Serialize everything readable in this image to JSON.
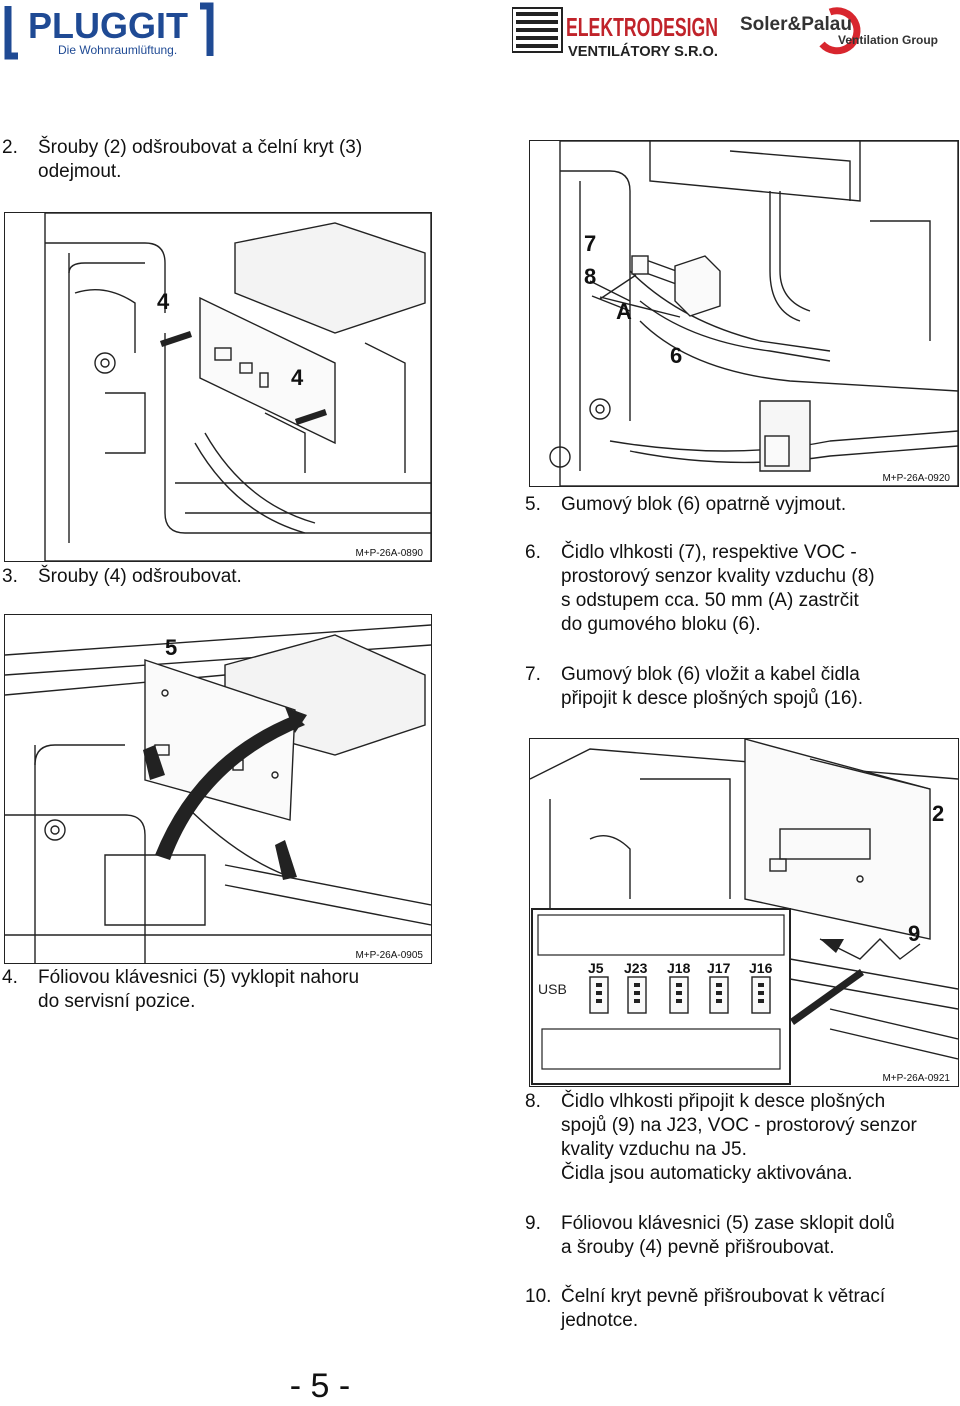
{
  "header": {
    "pluggit_logo": {
      "name": "PLUGGIT",
      "tagline": "Die Wohnraumlüftung."
    },
    "elektrodesign_logo": {
      "line1": "ELEKTRODESIGN",
      "line2": "VENTILÁTORY S.R.O."
    },
    "solerpalau_logo": {
      "line1": "Soler&Palau",
      "line2": "Ventilation Group"
    }
  },
  "steps": [
    {
      "num": "2.",
      "text": "Šrouby (2) odšroubovat a čelní kryt (3)\nodejmout."
    },
    {
      "num": "3.",
      "text": "Šrouby (4) odšroubovat."
    },
    {
      "num": "4.",
      "text": "Fóliovou klávesnici (5) vyklopit  nahoru\ndo servisní pozice."
    },
    {
      "num": "5.",
      "text": "Gumový blok (6) opatrně vyjmout."
    },
    {
      "num": "6.",
      "text": "Čidlo vlhkosti (7), respektive VOC -\nprostorový senzor kvality vzduchu (8)\ns odstupem cca. 50 mm (A) zastrčit\ndo gumového bloku (6)."
    },
    {
      "num": "7.",
      "text": "Gumový blok (6) vložit a kabel čidla\npřipojit k desce plošných spojů (16)."
    },
    {
      "num": "8.",
      "text": "Čidlo vlhkosti připojit k desce plošných\nspojů (9) na J23, VOC - prostorový senzor\nkvality vzduchu na J5.\nČidla jsou automaticky aktivována."
    },
    {
      "num": "9.",
      "text": "Fóliovou klávesnici (5) zase sklopit dolů\na šrouby (4) pevně přišroubovat."
    },
    {
      "num": "10.",
      "text": "Čelní kryt pevně přišroubovat k větrací\njednotce."
    }
  ],
  "figures": {
    "fig1": {
      "code": "M+P-26A-0890",
      "callouts": [
        "4",
        "4"
      ]
    },
    "fig2": {
      "code": "M+P-26A-0905",
      "callouts": [
        "5"
      ]
    },
    "fig3": {
      "code": "M+P-26A-0920",
      "callouts": [
        "7",
        "8",
        "A",
        "6"
      ]
    },
    "fig4": {
      "code": "M+P-26A-0921",
      "callouts": [
        "2",
        "9"
      ],
      "usb_label": "USB",
      "connectors": [
        "J5",
        "J23",
        "J18",
        "J17",
        "J16"
      ]
    }
  },
  "page_number": "- 5 -"
}
